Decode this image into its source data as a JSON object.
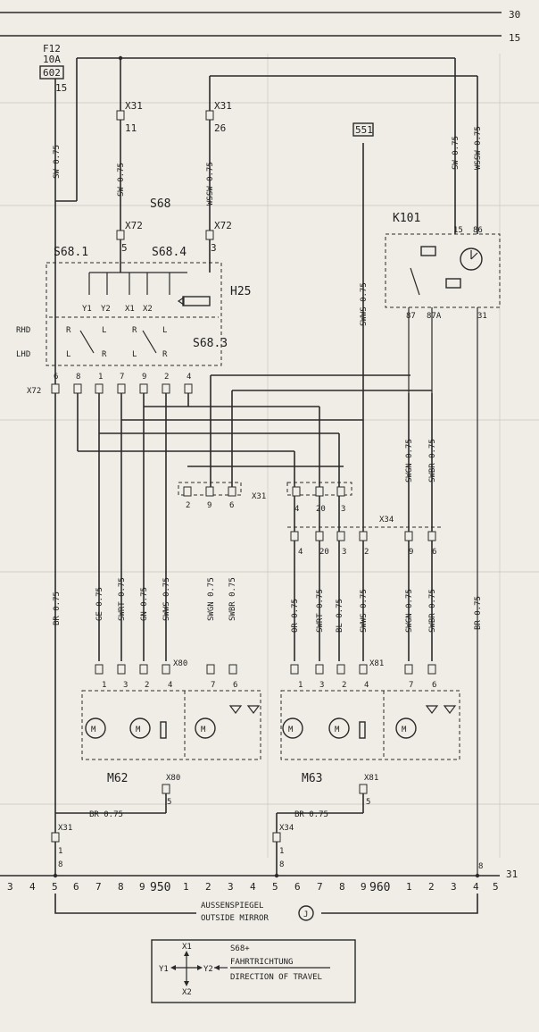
{
  "rails": {
    "top": "30",
    "second": "15",
    "ground": "31"
  },
  "fuse": {
    "name": "F12",
    "rating": "10A",
    "box": "602",
    "pin": "15"
  },
  "components": {
    "s68": "S68",
    "s68_1": "S68.1",
    "s68_4": "S68.4",
    "s68_3": "S68.3",
    "h25": "H25",
    "k101": "K101",
    "m62": "M62",
    "m63": "M63",
    "rhd": "RHD",
    "lhd": "LHD",
    "y1": "Y1",
    "y2": "Y2",
    "x1": "X1",
    "x2": "X2",
    "r": "R",
    "l": "L",
    "k101_pins": [
      "15",
      "86",
      "87",
      "87A",
      "31"
    ]
  },
  "connectors": {
    "x31": "X31",
    "x72": "X72",
    "x34": "X34",
    "x80": "X80",
    "x81": "X81",
    "x31_pin_a": "11",
    "x31_pin_b": "26",
    "x72_pin_a": "5",
    "x72_pin_b": "3",
    "x72_pins": [
      "6",
      "8",
      "1",
      "7",
      "9",
      "2",
      "4"
    ],
    "x31_mid_pins": [
      "2",
      "9",
      "6"
    ],
    "x31_right_pins": [
      "4",
      "20",
      "3"
    ],
    "x34_pins": [
      "4",
      "20",
      "3",
      "2",
      "9",
      "6"
    ],
    "m62_pins": [
      "1",
      "3",
      "2",
      "4",
      "7",
      "6"
    ],
    "m63_pins": [
      "1",
      "3",
      "2",
      "4",
      "7",
      "6"
    ],
    "x80_bottom": "5",
    "x81_bottom": "5",
    "gnd_x31_pins": [
      "1",
      "8"
    ],
    "gnd_x34_pins": [
      "1",
      "8"
    ],
    "gnd_right_pin": "8",
    "box551": "551"
  },
  "wires": {
    "sw075": "SW 0.75",
    "wssw075": "WSSW 0.75",
    "swws075": "SWWS 0.75",
    "swgn075": "SWGN 0.75",
    "swbr075": "SWBR 0.75",
    "br075": "BR 0.75",
    "ge075": "GE 0.75",
    "swrt075": "SWRT 0.75",
    "gn075": "GN 0.75",
    "or075": "OR 0.75",
    "bl075": "BL 0.75"
  },
  "scale": {
    "left_nums": [
      "3",
      "4",
      "5",
      "6",
      "7",
      "8",
      "9"
    ],
    "block_a": "950",
    "mid_nums": [
      "1",
      "2",
      "3",
      "4",
      "5",
      "6",
      "7",
      "8",
      "9"
    ],
    "block_b": "960",
    "right_nums": [
      "1",
      "2",
      "3",
      "4",
      "5"
    ]
  },
  "footer": {
    "line1": "AUSSENSPIEGEL",
    "line2": "OUTSIDE MIRROR",
    "badge": "J"
  },
  "legend": {
    "x1": "X1",
    "x2": "X2",
    "y1": "Y1",
    "y2": "Y2",
    "s68": "S68+",
    "fahrt": "FAHRTRICHTUNG",
    "dir": "DIRECTION OF TRAVEL"
  }
}
